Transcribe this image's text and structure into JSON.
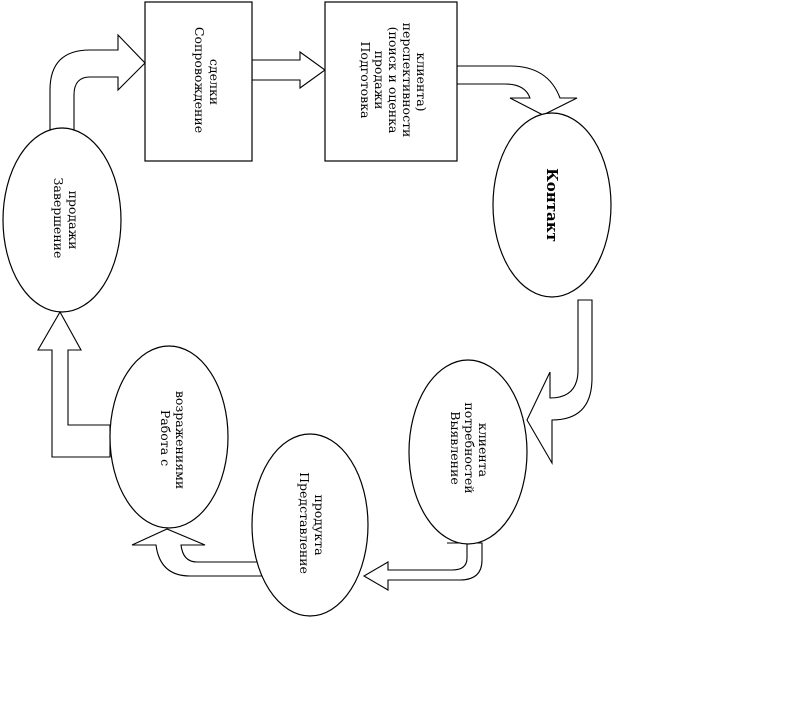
{
  "diagram": {
    "nodes": [
      {
        "id": "support",
        "shape": "rectangle",
        "lines": [
          "Сопровождение",
          "сделки"
        ]
      },
      {
        "id": "prep",
        "shape": "rectangle",
        "lines": [
          "Подготовка",
          "продажи",
          "(поиск и оценка",
          "перспективности",
          "клиента)"
        ]
      },
      {
        "id": "contact",
        "shape": "ellipse",
        "lines": [
          "Контакт"
        ]
      },
      {
        "id": "needs",
        "shape": "ellipse",
        "lines": [
          "Выявление",
          "потребностей",
          "клиента"
        ]
      },
      {
        "id": "present",
        "shape": "ellipse",
        "lines": [
          "Представление",
          "продукта"
        ]
      },
      {
        "id": "objections",
        "shape": "ellipse",
        "lines": [
          "Работа с",
          "возражениями"
        ]
      },
      {
        "id": "close",
        "shape": "ellipse",
        "lines": [
          "Завершение",
          "продажи"
        ]
      }
    ],
    "arrows": [
      {
        "from": "close",
        "to": "support"
      },
      {
        "from": "support",
        "to": "prep"
      },
      {
        "from": "prep",
        "to": "contact"
      },
      {
        "from": "contact",
        "to": "needs"
      },
      {
        "from": "needs",
        "to": "present"
      },
      {
        "from": "present",
        "to": "objections"
      },
      {
        "from": "objections",
        "to": "close"
      }
    ]
  }
}
